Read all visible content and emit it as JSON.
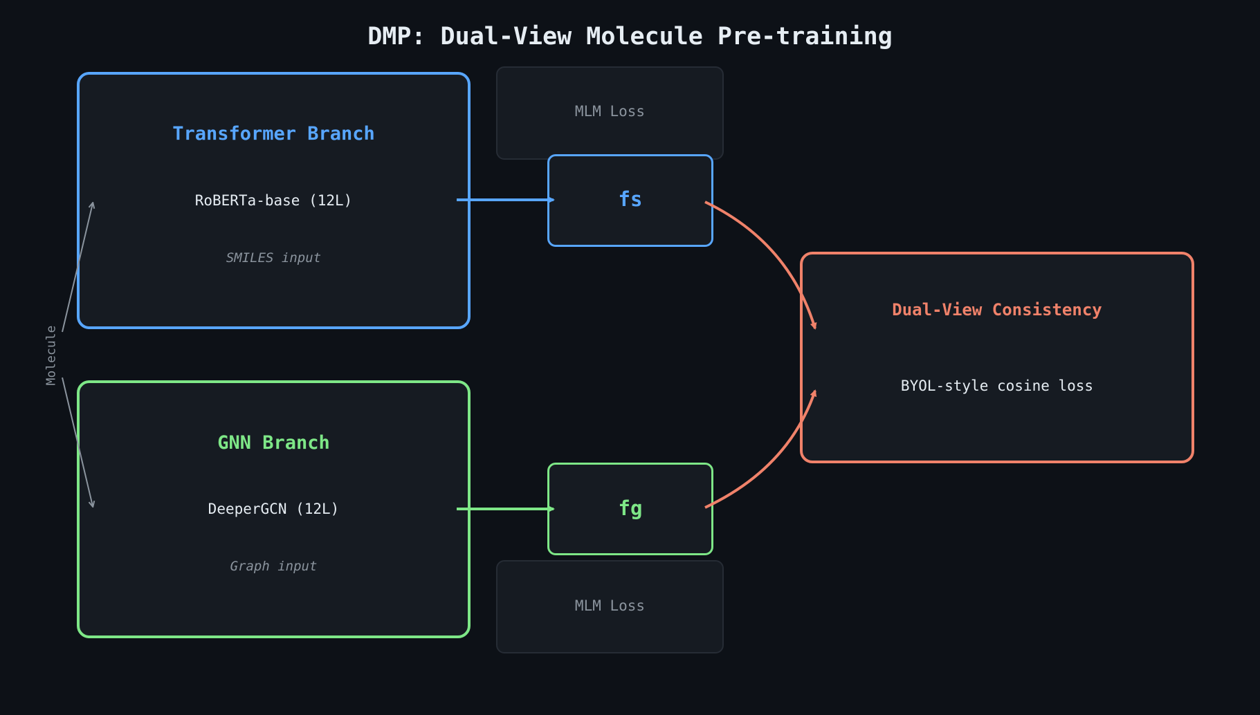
{
  "title": "DMP: Dual-View Molecule Pre-training",
  "input_label": "Molecule",
  "transformer_branch": {
    "heading": "Transformer Branch",
    "model": "RoBERTa-base (12L)",
    "input": "SMILES input"
  },
  "gnn_branch": {
    "heading": "GNN Branch",
    "model": "DeeperGCN (12L)",
    "input": "Graph input"
  },
  "loss_top": "MLM Loss",
  "loss_bottom": "MLM Loss",
  "proj_fs": "fs",
  "proj_fg": "fg",
  "consistency": {
    "heading": "Dual-View Consistency",
    "subtitle": "BYOL-style cosine loss"
  },
  "colors": {
    "transformer": "#58a6ff",
    "gnn": "#7ee787",
    "consistency": "#f0826a",
    "muted": "#8b949e"
  }
}
